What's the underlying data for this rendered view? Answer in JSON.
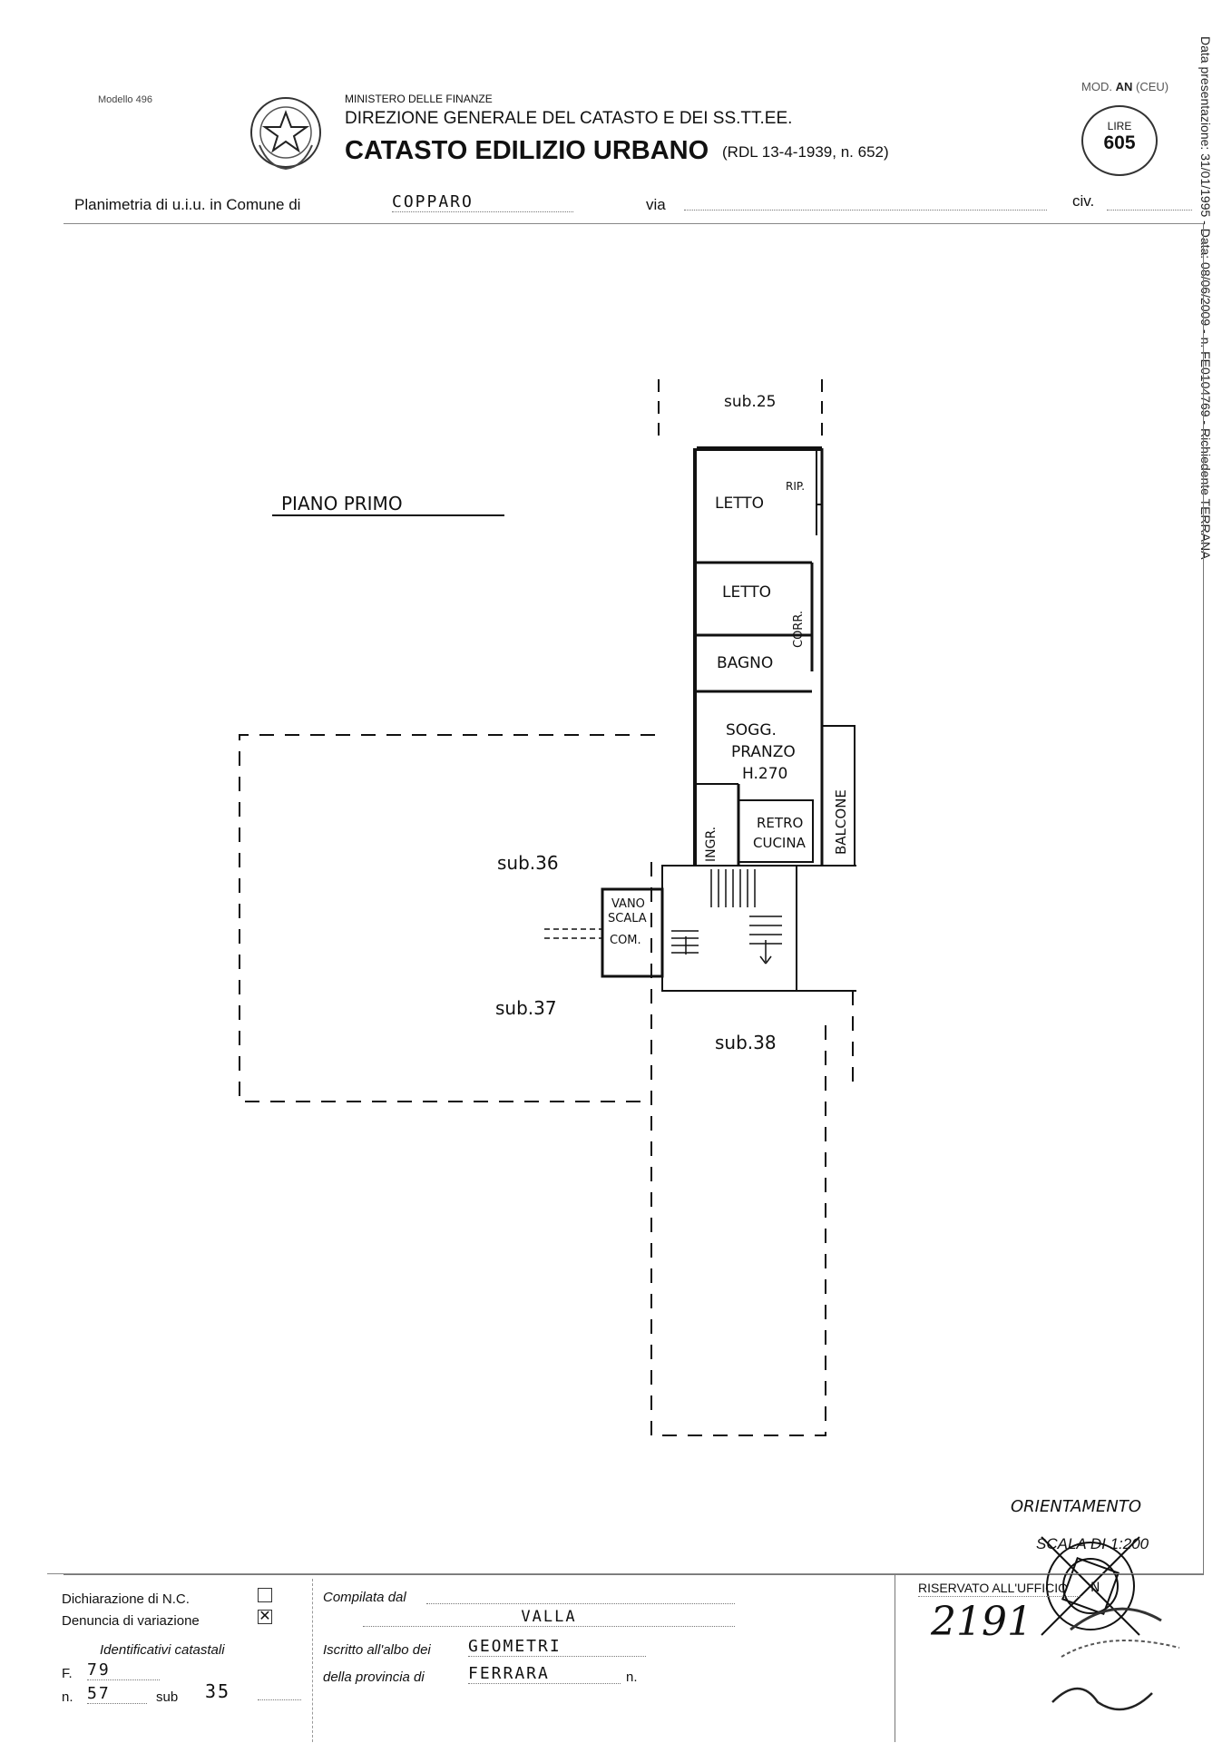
{
  "header": {
    "model_small": "Modello 496",
    "ministry": "MINISTERO DELLE FINANZE",
    "direction": "DIREZIONE GENERALE DEL CATASTO E DEI SS.TT.EE.",
    "catasto_title": "CATASTO EDILIZIO URBANO",
    "law_ref": "(RDL 13-4-1939, n. 652)",
    "mod_code_prefix": "MOD.",
    "mod_code_main": "AN",
    "mod_code_suffix": "(CEU)",
    "stamp_label": "LIRE",
    "stamp_value": "605"
  },
  "address": {
    "label": "Planimetria di u.i.u. in Comune di",
    "comune": "COPPARO",
    "via_label": "via",
    "civ_label": "civ."
  },
  "side_text": "Data presentazione: 31/01/1995 - Data: 08/06/2009 - n. FE0104769 - Richiedente TERRANA",
  "plan": {
    "floor_label": "PIANO PRIMO",
    "rooms": {
      "sub25": "sub.25",
      "rip": "RIP.",
      "letto1": "LETTO",
      "letto2": "LETTO",
      "corr": "CORR.",
      "bagno": "BAGNO",
      "sogg1": "SOGG.",
      "sogg2": "PRANZO",
      "sogg3": "H.270",
      "ingr": "INGR.",
      "retro1": "RETRO",
      "retro2": "CUCINA",
      "balcone": "BALCONE",
      "vano1": "VANO",
      "vano2": "SCALA",
      "vano3": "COM.",
      "sub36": "sub.36",
      "sub37": "sub.37",
      "sub38": "sub.38"
    }
  },
  "orientation": {
    "label": "ORIENTAMENTO",
    "north": "N",
    "scale": "SCALA DI 1:200"
  },
  "footer": {
    "decl_label": "Dichiarazione di N.C.",
    "denuncia_label": "Denuncia di variazione",
    "denuncia_checked": true,
    "ident_title": "Identificativi catastali",
    "foglio_label": "F.",
    "foglio_value": "79",
    "n_label": "n.",
    "n_value": "57",
    "sub_label": "sub",
    "sub_value": "35",
    "compilata_label": "Compilata dal",
    "compilata_value": "VALLA",
    "iscritto_label": "Iscritto all'albo dei",
    "iscritto_value": "GEOMETRI",
    "provincia_label": "della provincia di",
    "provincia_value": "FERRARA",
    "provincia_n_label": "n.",
    "riservato_label": "RISERVATO ALL'UFFICIO",
    "office_number": "2191"
  }
}
